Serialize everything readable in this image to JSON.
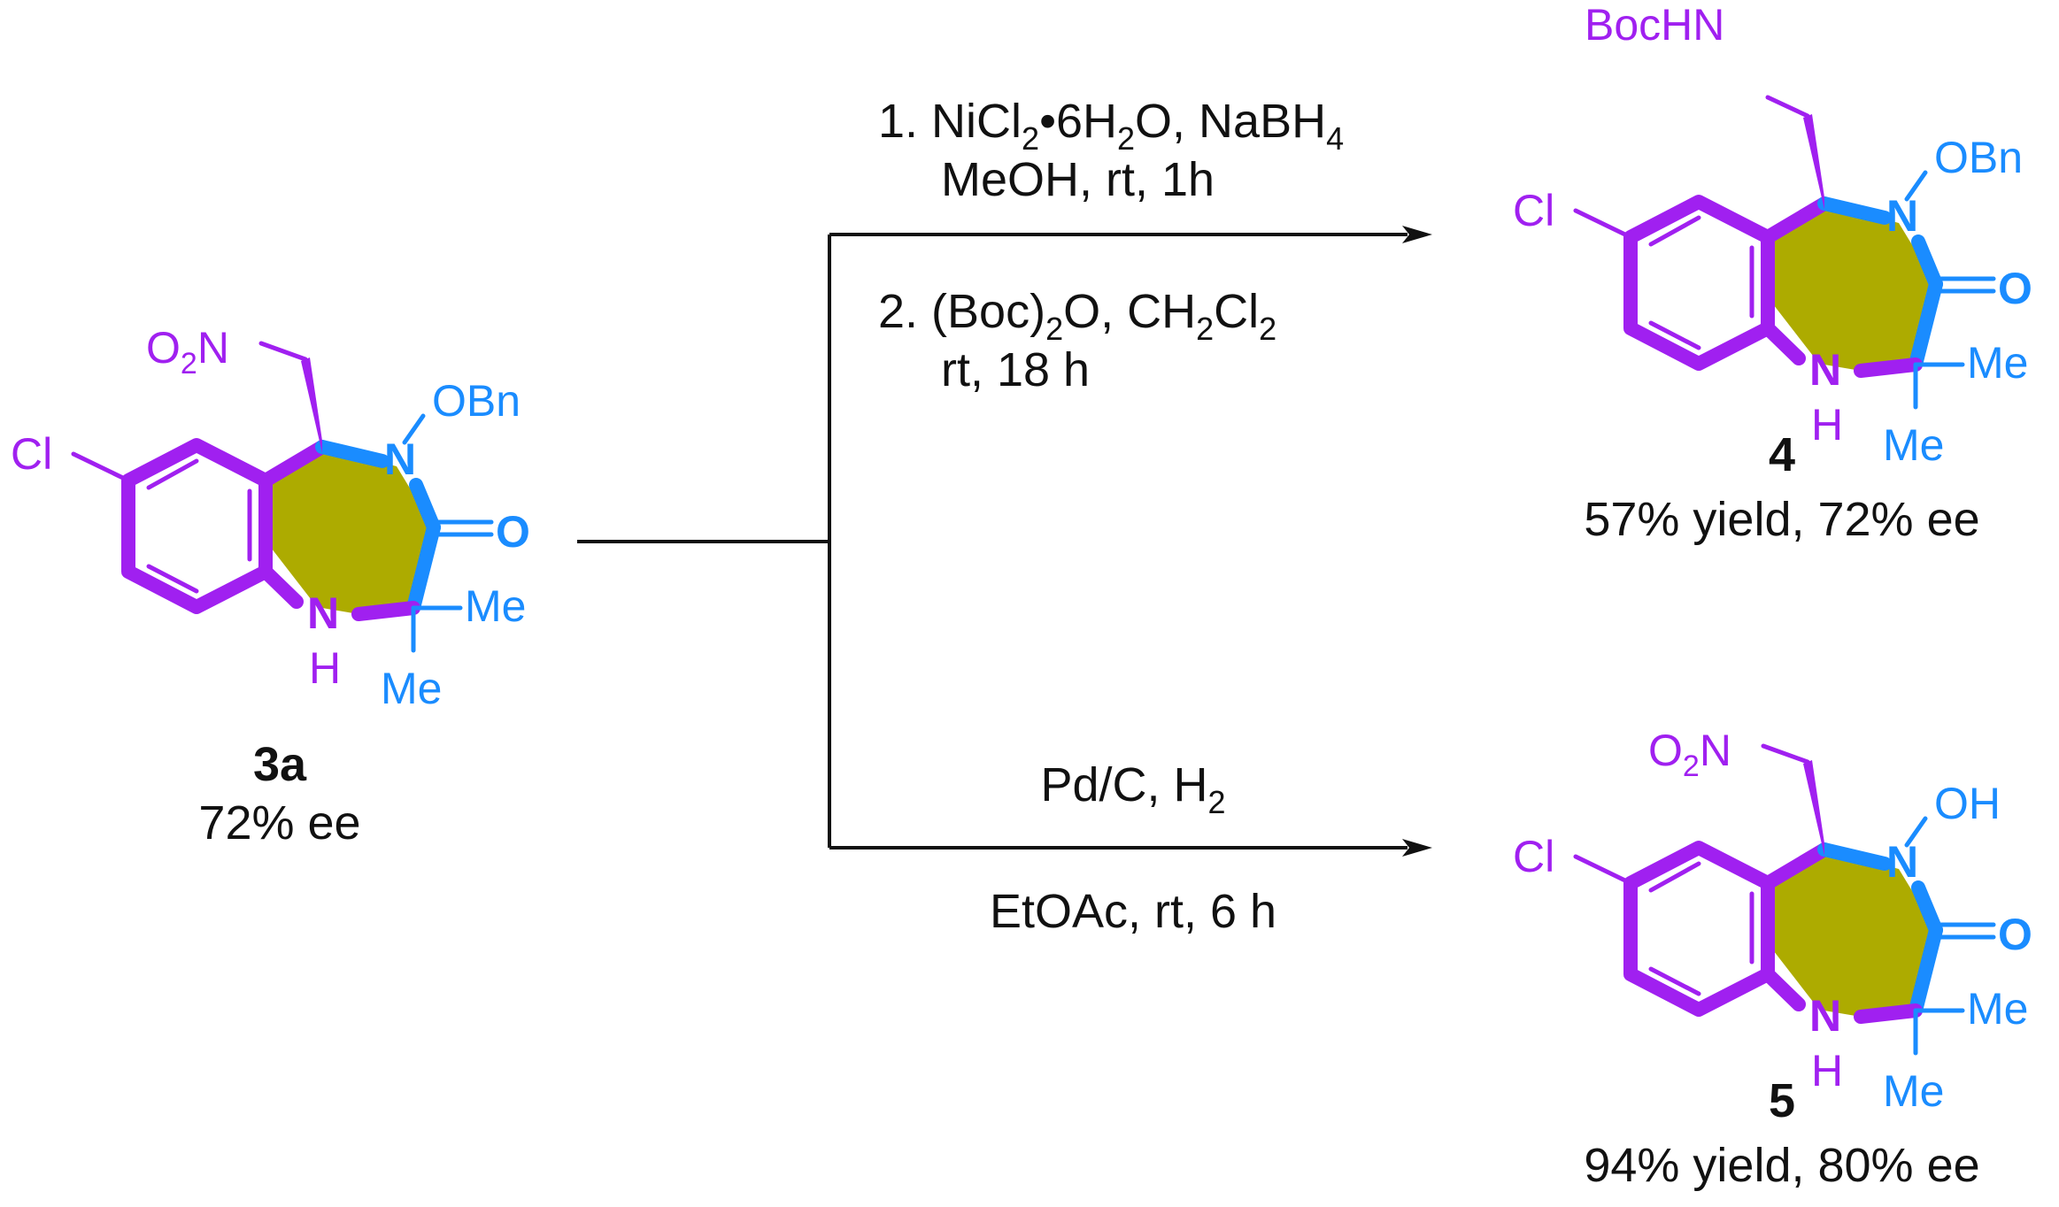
{
  "colors": {
    "ring_fill": "#adab00",
    "aryl_bond": "#a020f0",
    "lactam_bond": "#1a8cff",
    "text": "#111111"
  },
  "reactant": {
    "compound_number": "3a",
    "ee": "72% ee",
    "labels": {
      "cl": "Cl",
      "no2_o": "O",
      "no2_sub": "2",
      "no2_n": "N",
      "n_ring": "N",
      "obn": "OBn",
      "carbonyl_o": "O",
      "nh_n": "N",
      "nh_h": "H",
      "me1": "Me",
      "me2": "Me"
    }
  },
  "reaction_top": {
    "line1": {
      "a": "1. NiCl",
      "b": "2",
      "c": "•6H",
      "d": "2",
      "e": "O, NaBH",
      "f": "4"
    },
    "line2": "MeOH, rt, 1h",
    "line3": {
      "a": "2. (Boc)",
      "b": "2",
      "c": "O, CH",
      "d": "2",
      "e": "Cl",
      "f": "2"
    },
    "line4": "rt, 18 h"
  },
  "reaction_bottom": {
    "line1": {
      "a": "Pd/C, H",
      "b": "2"
    },
    "line2": "EtOAc, rt, 6 h"
  },
  "product_top": {
    "compound_number": "4",
    "result": "57% yield, 72% ee",
    "labels": {
      "cl": "Cl",
      "bochn": "BocHN",
      "n_ring": "N",
      "obn": "OBn",
      "carbonyl_o": "O",
      "nh_n": "N",
      "nh_h": "H",
      "me1": "Me",
      "me2": "Me"
    }
  },
  "product_bottom": {
    "compound_number": "5",
    "result": "94% yield, 80% ee",
    "labels": {
      "cl": "Cl",
      "no2_o": "O",
      "no2_sub": "2",
      "no2_n": "N",
      "n_ring": "N",
      "oh": "OH",
      "carbonyl_o": "O",
      "nh_n": "N",
      "nh_h": "H",
      "me1": "Me",
      "me2": "Me"
    }
  }
}
